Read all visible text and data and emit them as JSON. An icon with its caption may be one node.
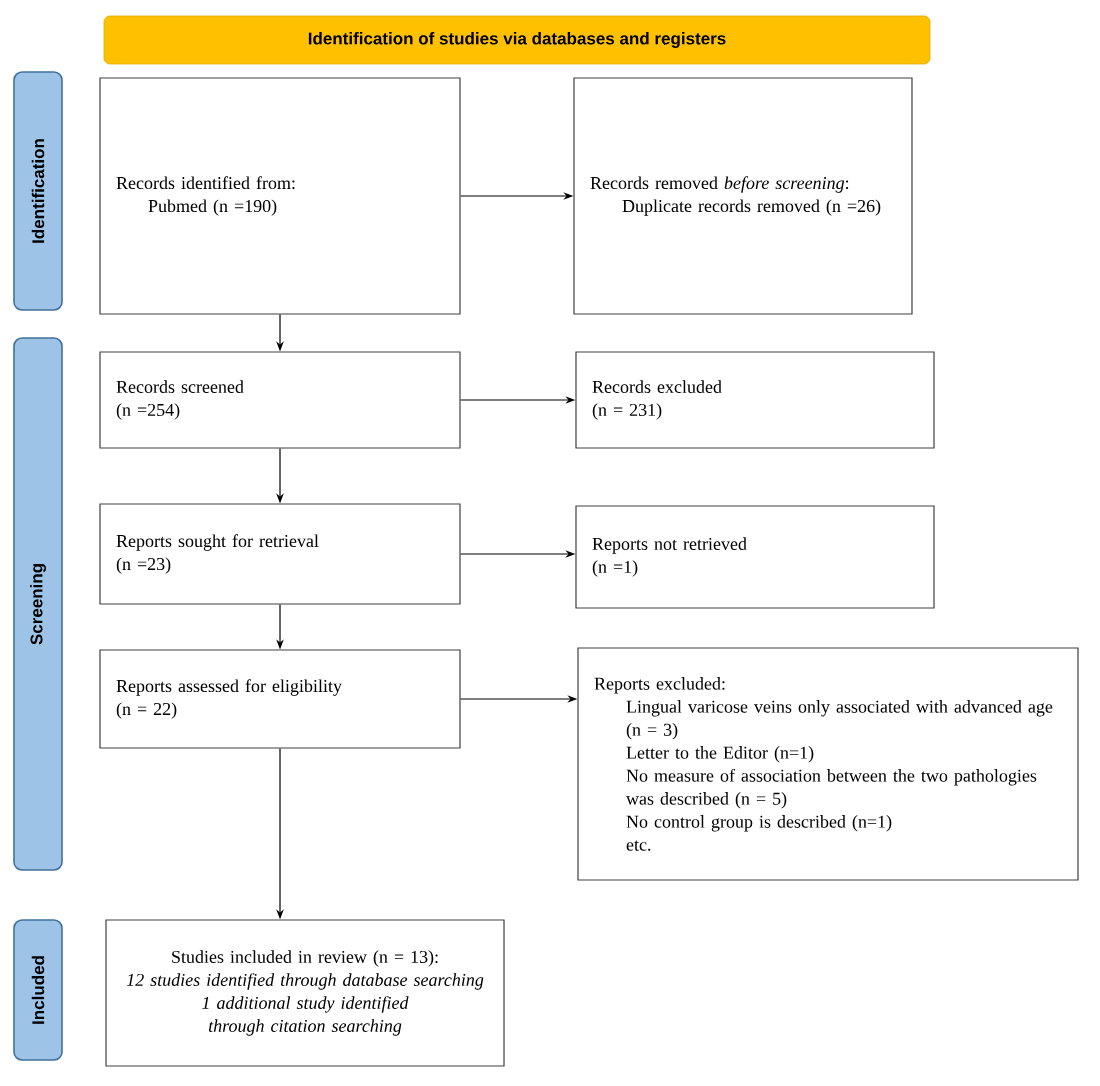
{
  "diagram": {
    "nodes": [
      {
        "text": [
          "Identification of studies via databases and registers"
        ]
      },
      {
        "text": [
          "Identification"
        ]
      },
      {
        "text": [
          "Screening"
        ]
      },
      {
        "text": [
          "Included"
        ]
      },
      {
        "text": [
          "Records identified from:",
          "Pubmed (n =190)"
        ]
      },
      {
        "text": [
          "Records removed *before screening*:",
          "Duplicate records removed (n =26)"
        ]
      },
      {
        "text": [
          "Records screened",
          "(n =254)"
        ]
      },
      {
        "text": [
          "Records excluded",
          "(n = 231)"
        ]
      },
      {
        "text": [
          "Reports sought for retrieval",
          "(n =23)"
        ]
      },
      {
        "text": [
          "Reports not retrieved",
          "(n =1)"
        ]
      },
      {
        "text": [
          "Reports assessed for eligibility",
          "(n = 22)"
        ]
      },
      {
        "text": [
          "Reports excluded:",
          "Lingual varicose veins only associated with advanced age (n = 3)",
          "Letter to the Editor (n=1)",
          "No measure of association between the two pathologies was described (n = 5)",
          "No control group is described (n=1)",
          "etc."
        ]
      },
      {
        "text": [
          "Studies included in review (n = 13):",
          "12 studies identified through database searching",
          "1 additional study identified through citation searching"
        ]
      }
    ],
    "edges": [
      {
        "from": 4,
        "to": 5,
        "arrow": "to"
      },
      {
        "from": 4,
        "to": 6,
        "arrow": "to"
      },
      {
        "from": 6,
        "to": 7,
        "arrow": "to"
      },
      {
        "from": 6,
        "to": 8,
        "arrow": "to"
      },
      {
        "from": 8,
        "to": 9,
        "arrow": "to"
      },
      {
        "from": 8,
        "to": 10,
        "arrow": "to"
      },
      {
        "from": 10,
        "to": 11,
        "arrow": "to"
      },
      {
        "from": 10,
        "to": 12,
        "arrow": "to"
      }
    ]
  }
}
